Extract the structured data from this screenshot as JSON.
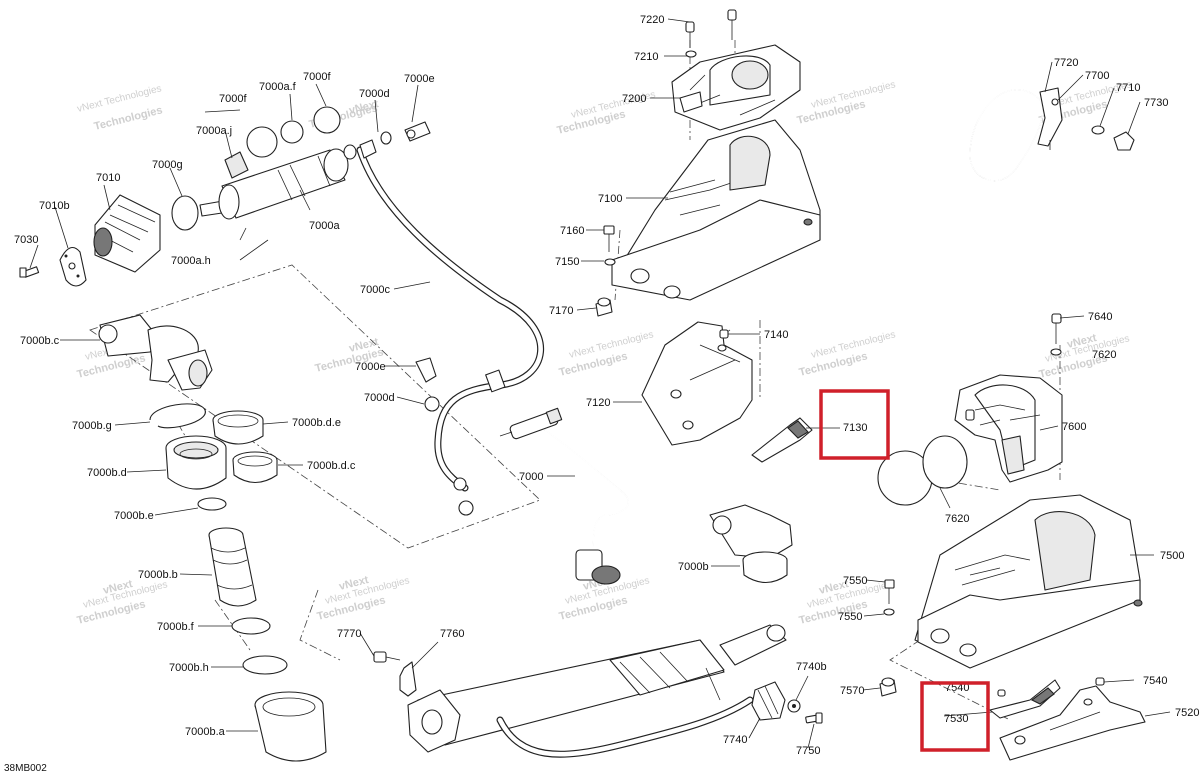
{
  "diagram": {
    "code": "38MB002",
    "watermark": {
      "line1": "vNext",
      "line2": "Technologies",
      "full": "vNext Technologies"
    },
    "highlight_color": "#d0202a",
    "highlighted_parts": [
      "7130",
      "7530"
    ],
    "labels": {
      "p7220": "7220",
      "p7210": "7210",
      "p7200": "7200",
      "p7100": "7100",
      "p7160": "7160",
      "p7150": "7150",
      "p7170": "7170",
      "p7140": "7140",
      "p7120": "7120",
      "p7130": "7130",
      "p7000": "7000",
      "p7720": "7720",
      "p7700": "7700",
      "p7710": "7710",
      "p7730": "7730",
      "p7640": "7640",
      "p7620a": "7620",
      "p7600": "7600",
      "p7620b": "7620",
      "p7500": "7500",
      "p7550a": "7550",
      "p7550b": "7550",
      "p7570": "7570",
      "p7540a": "7540",
      "p7540b": "7540",
      "p7530": "7530",
      "p7520": "7520",
      "p7000af_a": "7000a.f",
      "p7000f_a": "7000f",
      "p7000f_b": "7000f",
      "p7000d_a": "7000d",
      "p7000e_a": "7000e",
      "p7000aj": "7000a.j",
      "p7000g": "7000g",
      "p7010": "7010",
      "p7010b": "7010b",
      "p7030": "7030",
      "p7000a": "7000a",
      "p7000ah": "7000a.h",
      "p7000c": "7000c",
      "p7000bc": "7000b.c",
      "p7000e_b": "7000e",
      "p7000d_b": "7000d",
      "p7000bg": "7000b.g",
      "p7000bde": "7000b.d.e",
      "p7000bd": "7000b.d",
      "p7000bdc": "7000b.d.c",
      "p7000be": "7000b.e",
      "p7000bb": "7000b.b",
      "p7000bf": "7000b.f",
      "p7000bh": "7000b.h",
      "p7000ba": "7000b.a",
      "p7000b": "7000b",
      "p7770": "7770",
      "p7760": "7760",
      "p7740b": "7740b",
      "p7740": "7740",
      "p7750": "7750"
    }
  }
}
